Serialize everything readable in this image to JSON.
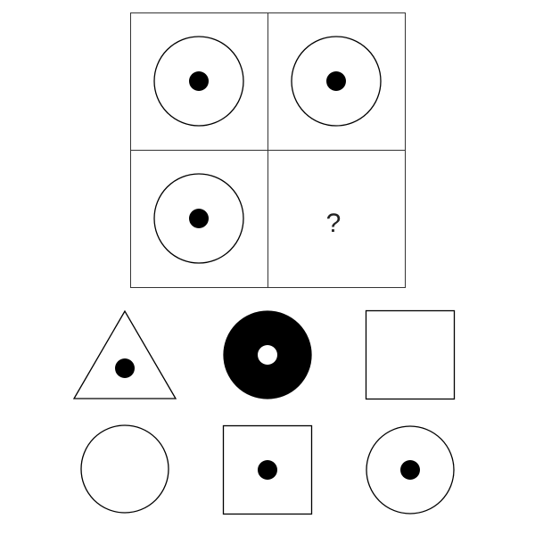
{
  "puzzle": {
    "grid": [
      {
        "cell": "top-left",
        "content": "circle-with-dot"
      },
      {
        "cell": "top-right",
        "content": "circle-with-dot"
      },
      {
        "cell": "bottom-left",
        "content": "circle-with-dot"
      },
      {
        "cell": "bottom-right",
        "content": "question"
      }
    ],
    "question_mark": "?"
  },
  "options": [
    {
      "id": "option-1",
      "shape": "triangle-with-dot"
    },
    {
      "id": "option-2",
      "shape": "filled-circle-with-hole"
    },
    {
      "id": "option-3",
      "shape": "empty-square"
    },
    {
      "id": "option-4",
      "shape": "empty-circle"
    },
    {
      "id": "option-5",
      "shape": "square-with-dot"
    },
    {
      "id": "option-6",
      "shape": "circle-with-dot"
    }
  ],
  "colors": {
    "stroke": "#000000",
    "grid_stroke": "#333333",
    "fill": "#000000",
    "background": "#ffffff"
  }
}
